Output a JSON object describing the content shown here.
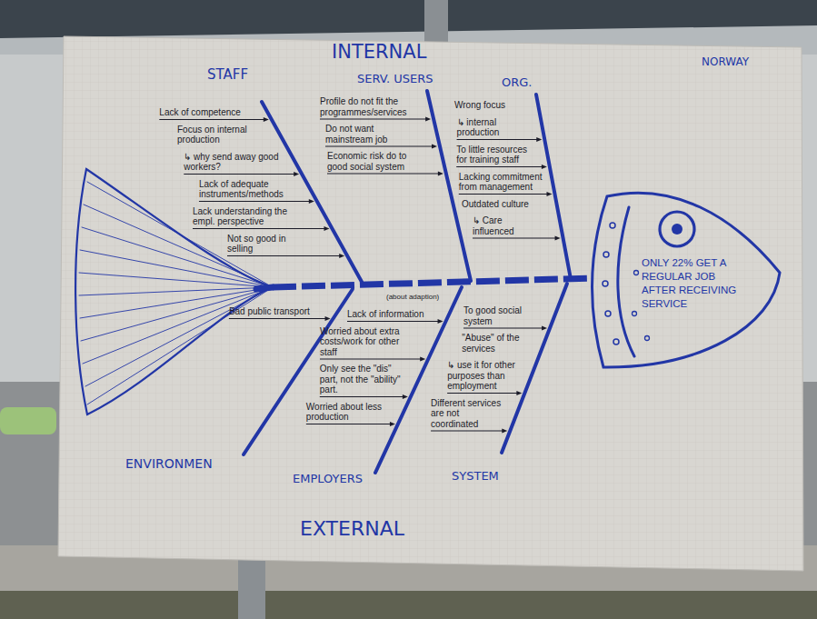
{
  "diagram": {
    "nodes": [
      {
        "text": [
          "ONLY 22% GET A REGULAR JOB AFTER RECEIVING SERVICE"
        ]
      }
    ],
    "labels": [
      "INTERNAL",
      "NORWAY",
      "STAFF",
      "SERV. USERS",
      "ORG.",
      "Lack of competence",
      "Focus on internal production",
      "↳ why send away good workers?",
      "Lack of adequate instruments/methods",
      "Lack understanding the empl. perspective",
      "Not so good in selling",
      "Profile do not fit the programmes/services",
      "Do not want mainstream job",
      "Economic risk do to good social system",
      "Wrong focus",
      "↳ internal production",
      "To little resources for training staff",
      "Lacking commitment from management",
      "Outdated culture",
      "↳ Care influenced",
      "Bad public transport",
      "(about adaption)",
      "Lack of information",
      "Worried about extra costs/work for other staff",
      "Only see the \"dis\" part, not the \"ability\" part.",
      "Worried about less production",
      "To good social system",
      "\"Abuse\" of the services",
      "↳ use it for other purposes than employment",
      "Different services are not coordinated",
      "ENVIRONMEN",
      "EMPLOYERS",
      "SYSTEM",
      "EXTERNAL"
    ]
  }
}
